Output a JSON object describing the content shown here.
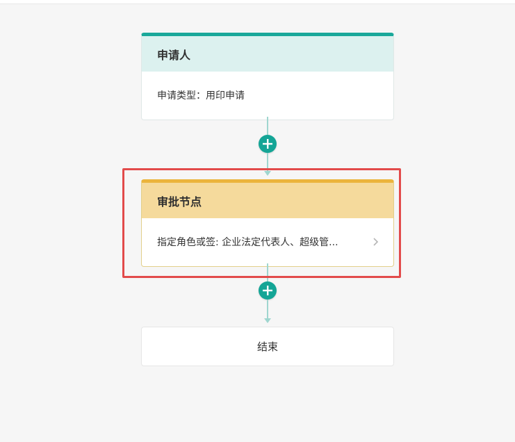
{
  "flow": {
    "applicant_node": {
      "title": "申请人",
      "detail": "申请类型：用印申请"
    },
    "approval_node": {
      "title": "审批节点",
      "detail": "指定角色或签: 企业法定代表人、超级管..."
    },
    "end_node": {
      "label": "结束"
    }
  },
  "icons": {
    "add": "plus-icon",
    "open_detail": "chevron-right-icon"
  },
  "colors": {
    "teal": "#14a596",
    "applicant_header": "#dcf1ef",
    "approval_header": "#f5da9c",
    "approval_accent": "#ebb43c",
    "highlight": "#e24b4b"
  }
}
